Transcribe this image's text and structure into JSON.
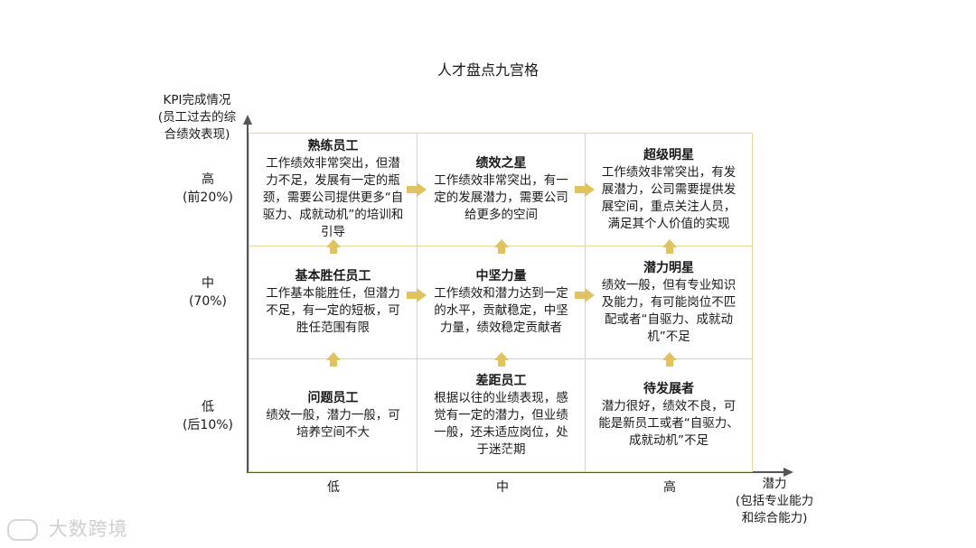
{
  "title": "人才盘点九宫格",
  "y_axis": {
    "label": "KPI完成情况\n(员工过去的综\n合绩效表现)",
    "ticks": [
      "高\n(前20%)",
      "中\n(70%)",
      "低\n(后10%)"
    ]
  },
  "x_axis": {
    "label": "潜力\n(包括专业能力\n和综合能力)",
    "ticks": [
      "低",
      "中",
      "高"
    ]
  },
  "cells": [
    {
      "title": "熟练员工",
      "desc": "工作绩效非常突出，但潜力不足，发展有一定的瓶颈，需要公司提供更多“自驱力、成就动机”的培训和引导"
    },
    {
      "title": "绩效之星",
      "desc": "工作绩效非常突出，有一定的发展潜力，需要公司给更多的空间"
    },
    {
      "title": "超级明星",
      "desc": "工作绩效非常突出，有发展潜力，公司需要提供发展空间，重点关注人员，满足其个人价值的实现"
    },
    {
      "title": "基本胜任员工",
      "desc": "工作基本能胜任，但潜力不足，有一定的短板，可胜任范围有限"
    },
    {
      "title": "中坚力量",
      "desc": "工作绩效和潜力达到一定的水平，贡献稳定，中坚力量，绩效稳定贡献者"
    },
    {
      "title": "潜力明星",
      "desc": "绩效一般，但有专业知识及能力，有可能岗位不匹配或者“自驱力、成就动机”不足"
    },
    {
      "title": "问题员工",
      "desc": "绩效一般，潜力一般，可培养空间不大"
    },
    {
      "title": "差距员工",
      "desc": "根据以往的业绩表现，感觉有一定的潜力，但业绩一般，还未适应岗位，处于迷茫期"
    },
    {
      "title": "待发展者",
      "desc": "潜力很好，绩效不良，可能是新员工或者“自驱力、成就动机”不足"
    }
  ],
  "colors": {
    "arrow": "#e0c35f",
    "grid_border": "#e2d6a0",
    "axis": "#555555"
  },
  "watermark": "大数跨境"
}
